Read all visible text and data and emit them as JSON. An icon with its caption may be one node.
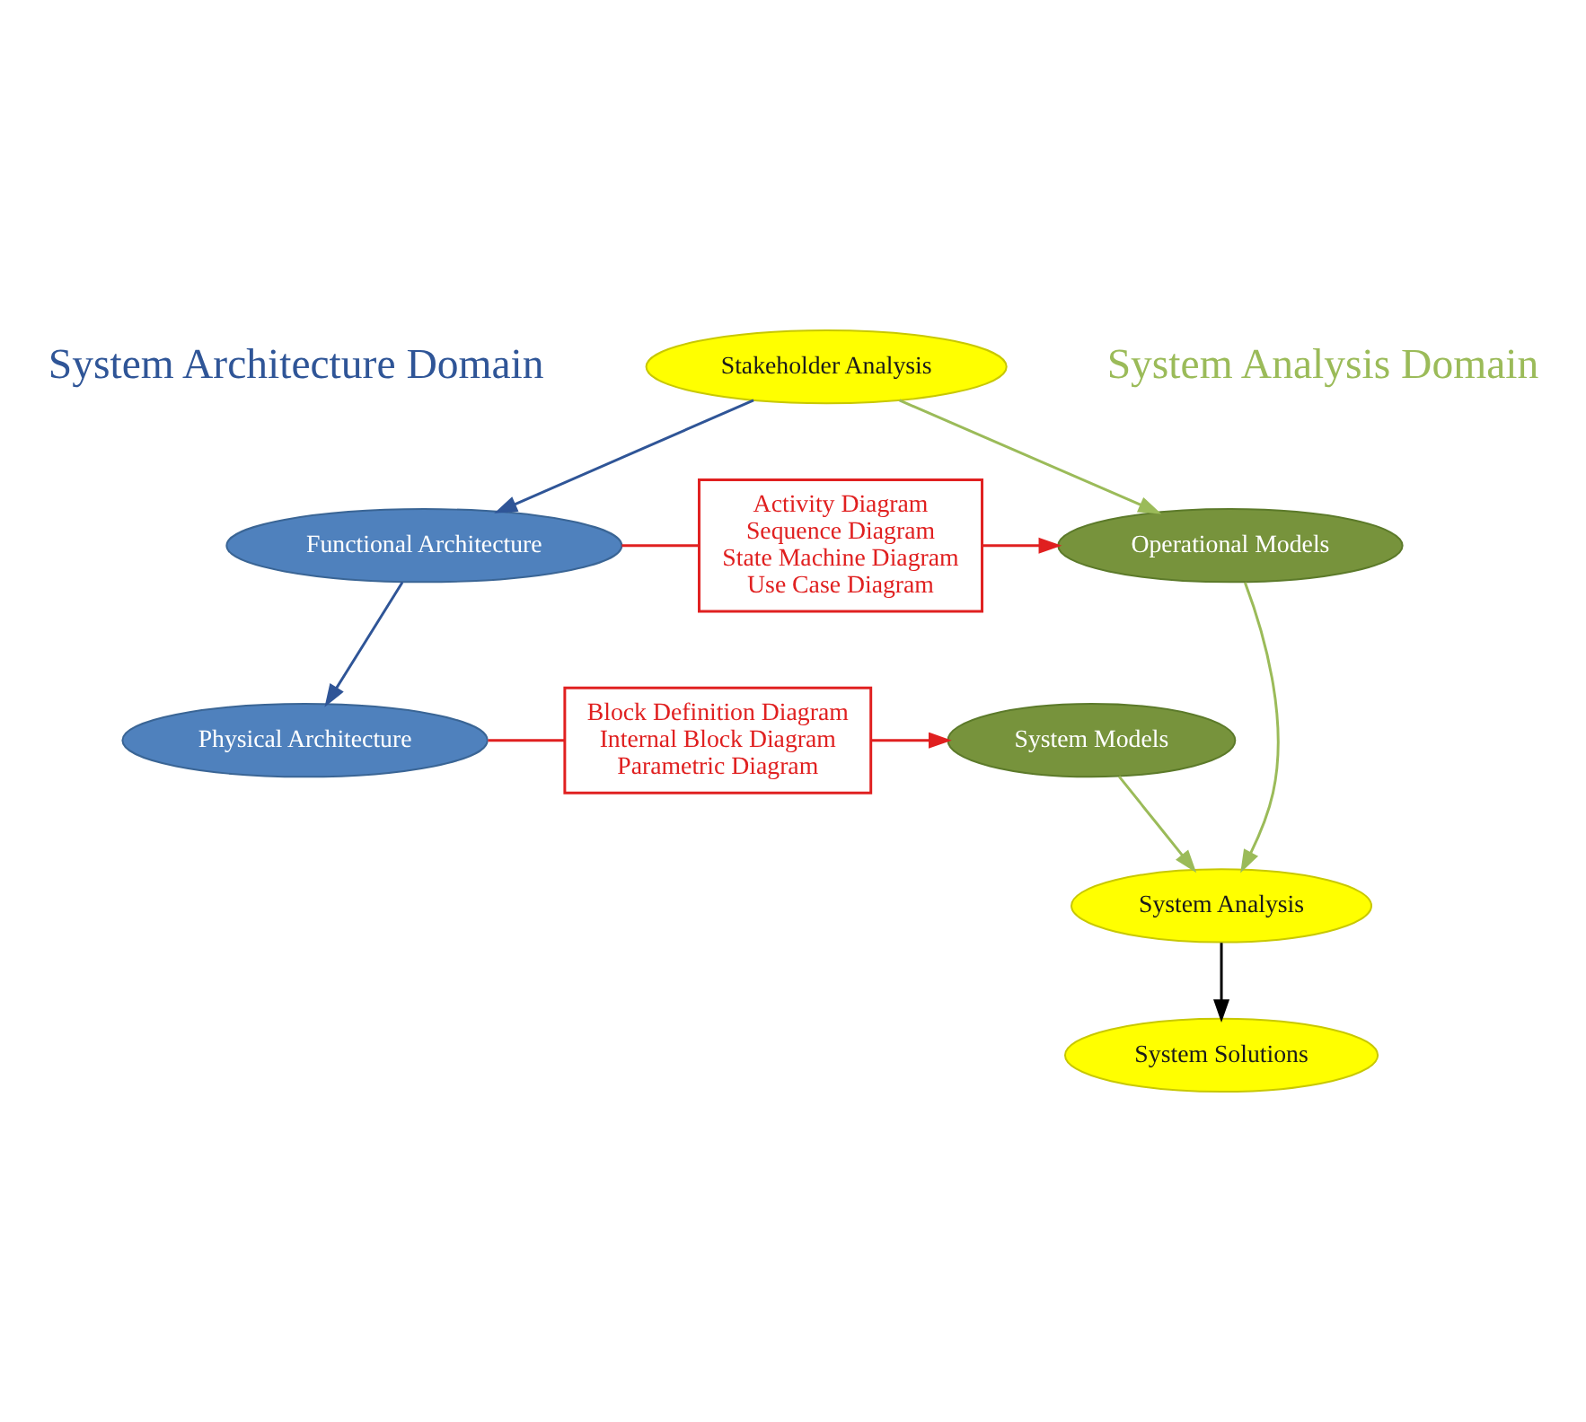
{
  "diagram": {
    "nodes": [
      {
        "text": [
          "Stakeholder Analysis"
        ]
      },
      {
        "text": [
          "Functional Architecture"
        ]
      },
      {
        "text": [
          "Activity Diagram",
          "Sequence Diagram",
          "State Machine Diagram",
          "Use Case Diagram"
        ]
      },
      {
        "text": [
          "Operational Models"
        ]
      },
      {
        "text": [
          "Physical Architecture"
        ]
      },
      {
        "text": [
          "Block Definition Diagram",
          "Internal Block Diagram",
          "Parametric Diagram"
        ]
      },
      {
        "text": [
          "System Models"
        ]
      },
      {
        "text": [
          "System Analysis"
        ]
      },
      {
        "text": [
          "System Solutions"
        ]
      }
    ],
    "edges": [
      {
        "from": 0,
        "to": 1,
        "arrow": "to",
        "color": "#2f5597"
      },
      {
        "from": 0,
        "to": 3,
        "arrow": "to",
        "color": "#9bbb59"
      },
      {
        "from": 1,
        "to": 2,
        "arrow": "none",
        "color": "#e02020"
      },
      {
        "from": 2,
        "to": 3,
        "arrow": "to",
        "color": "#e02020"
      },
      {
        "from": 1,
        "to": 4,
        "arrow": "to",
        "color": "#2f5597"
      },
      {
        "from": 4,
        "to": 5,
        "arrow": "none",
        "color": "#e02020"
      },
      {
        "from": 5,
        "to": 6,
        "arrow": "to",
        "color": "#e02020"
      },
      {
        "from": 6,
        "to": 7,
        "arrow": "to",
        "color": "#9bbb59"
      },
      {
        "from": 3,
        "to": 7,
        "arrow": "to",
        "color": "#9bbb59"
      },
      {
        "from": 7,
        "to": 8,
        "arrow": "to",
        "color": "#000000"
      }
    ],
    "labels": [
      "System Architecture Domain",
      "System Analysis Domain"
    ]
  }
}
